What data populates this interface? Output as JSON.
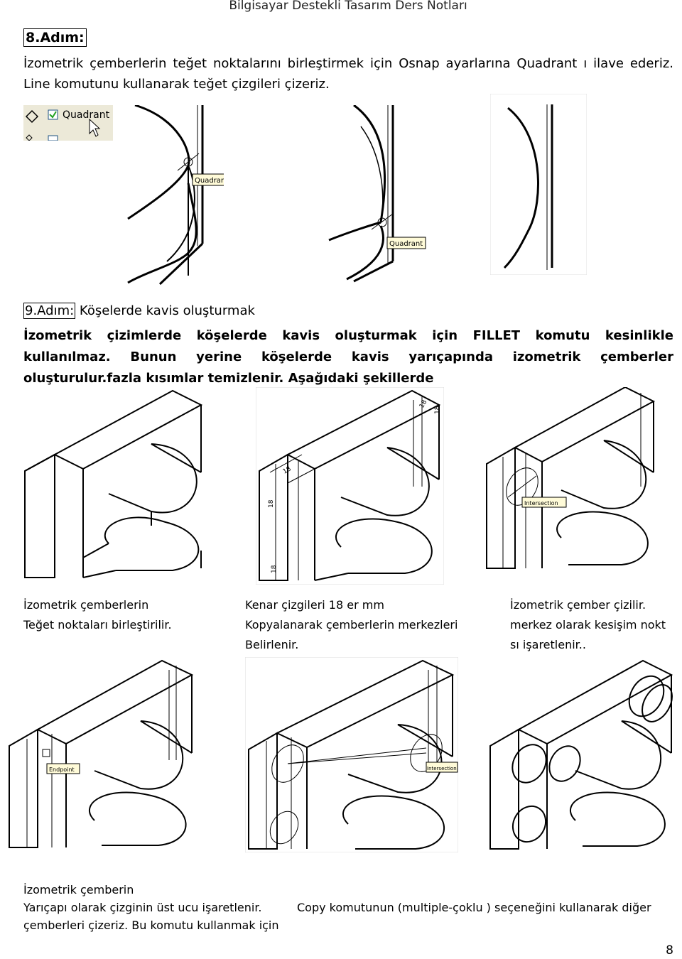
{
  "header": "Bilgisayar Destekli Tasarım Ders Notları",
  "step8": {
    "title": "8.Adım:",
    "text": "İzometrik çemberlerin teğet noktalarını birleştirmek için Osnap ayarlarına Quadrant ı ilave ederiz. Line komutunu kullanarak teğet çizgileri çizeriz."
  },
  "osnap": {
    "option_label": "Quadrant",
    "checked": true
  },
  "figure_labels": {
    "quadrant_1": "Quadrant",
    "quadrant_2": "Quadrant",
    "dim_18_a": "18",
    "dim_18_b": "18",
    "dim_18_c": "18",
    "dim_18_d": "18",
    "dim_18_e": "18",
    "intersection_1": "Intersection",
    "endpoint": "Endpoint",
    "intersection_2": "Intersection"
  },
  "step9": {
    "title": "9.Adım:",
    "subtitle": " Köşelerde kavis oluşturmak",
    "text": "İzometrik çizimlerde köşelerde kavis oluşturmak için FILLET komutu kesinlikle kullanılmaz. Bunun yerine köşelerde kavis yarıçapında izometrik çemberler oluşturulur.fazla kısımlar temizlenir. Aşağıdaki şekillerde"
  },
  "captions_row1": [
    {
      "line1": "İzometrik çemberlerin",
      "line2": "Teğet noktaları birleştirilir.",
      "line3": ""
    },
    {
      "line1": "Kenar çizgileri 18 er mm",
      "line2": "Kopyalanarak çemberlerin merkezleri",
      "line3": "Belirlenir."
    },
    {
      "line1": "İzometrik çember çizilir.",
      "line2": "merkez olarak kesişim nokt",
      "line3": "sı işaretlenir.."
    }
  ],
  "captions_row2": {
    "left_line1": "İzometrik çemberin",
    "left_line2": "Yarıçapı olarak çizginin üst ucu işaretlenir.",
    "left_line3": "çemberleri çizeriz. Bu komutu kullanmak için",
    "right": "Copy komutunun (multiple-çoklu  ) seçeneğini kullanarak diğer"
  },
  "page_number": "8"
}
